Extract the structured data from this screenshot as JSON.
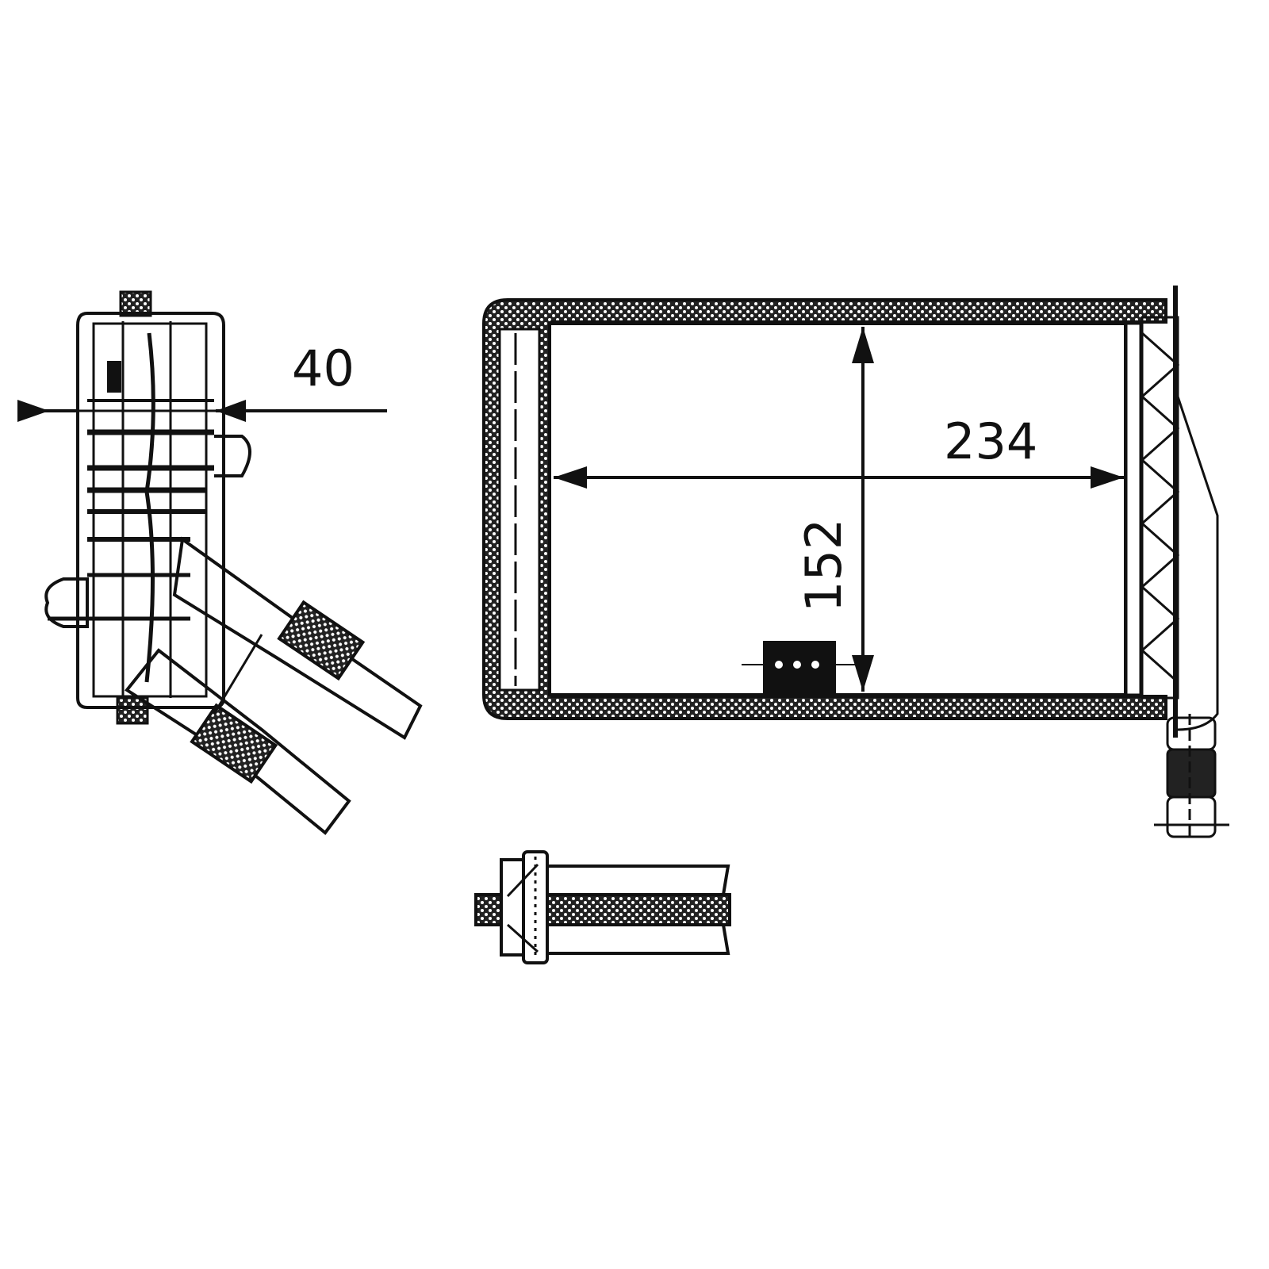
{
  "diagram": {
    "type": "technical-drawing",
    "subject": "heater core",
    "colors": {
      "line": "#111111",
      "background": "#ffffff",
      "hatch": "#222222"
    },
    "views": [
      {
        "id": "side-view",
        "description": "side view with two hose connectors"
      },
      {
        "id": "front-view",
        "description": "front view of core matrix"
      },
      {
        "id": "detail-view",
        "description": "partial section of tank and tube"
      }
    ],
    "dimensions": {
      "depth": {
        "value": "40",
        "unit": "mm"
      },
      "width": {
        "value": "234",
        "unit": "mm"
      },
      "height": {
        "value": "152",
        "unit": "mm"
      }
    }
  }
}
